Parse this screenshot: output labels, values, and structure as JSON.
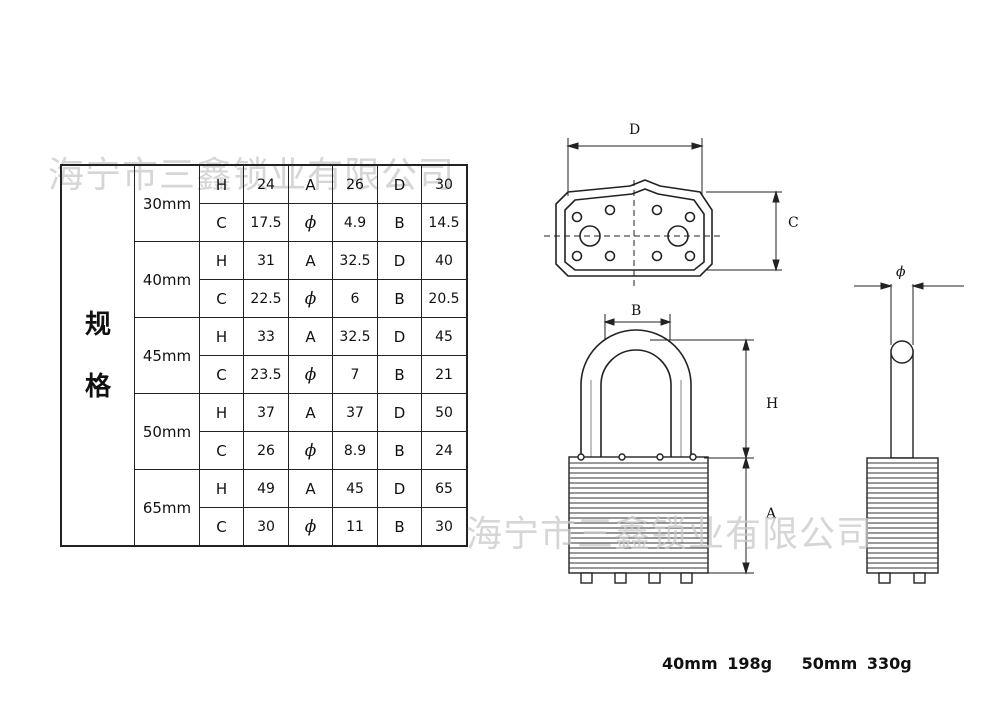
{
  "table": {
    "category_chars": [
      "规",
      "格"
    ],
    "rows": [
      {
        "size": "30mm",
        "r1": [
          "H",
          "24",
          "A",
          "26",
          "D",
          "30"
        ],
        "r2": [
          "C",
          "17.5",
          "ϕ",
          "4.9",
          "B",
          "14.5"
        ]
      },
      {
        "size": "40mm",
        "r1": [
          "H",
          "31",
          "A",
          "32.5",
          "D",
          "40"
        ],
        "r2": [
          "C",
          "22.5",
          "ϕ",
          "6",
          "B",
          "20.5"
        ]
      },
      {
        "size": "45mm",
        "r1": [
          "H",
          "33",
          "A",
          "32.5",
          "D",
          "45"
        ],
        "r2": [
          "C",
          "23.5",
          "ϕ",
          "7",
          "B",
          "21"
        ]
      },
      {
        "size": "50mm",
        "r1": [
          "H",
          "37",
          "A",
          "37",
          "D",
          "50"
        ],
        "r2": [
          "C",
          "26",
          "ϕ",
          "8.9",
          "B",
          "24"
        ]
      },
      {
        "size": "65mm",
        "r1": [
          "H",
          "49",
          "A",
          "45",
          "D",
          "65"
        ],
        "r2": [
          "C",
          "30",
          "ϕ",
          "11",
          "B",
          "30"
        ]
      }
    ]
  },
  "watermark": "海宁市三鑫锁业有限公司",
  "drawing_labels": {
    "d": "D",
    "c": "C",
    "b": "B",
    "h": "H",
    "a": "A",
    "phi": "ϕ"
  },
  "footer": {
    "size1": "40mm",
    "weight1": "198g",
    "size2": "50mm",
    "weight2": "330g"
  }
}
